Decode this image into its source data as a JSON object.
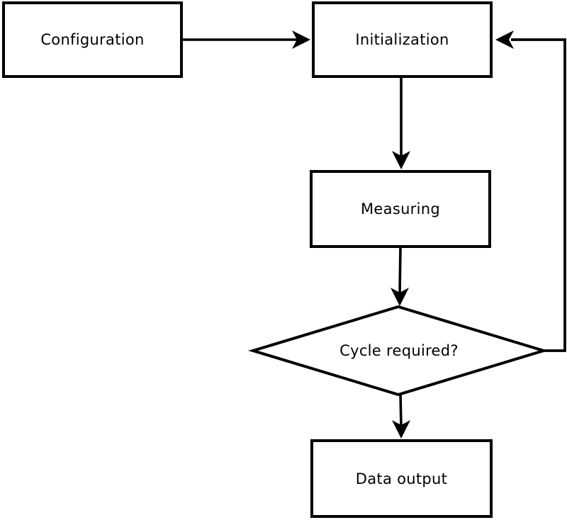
{
  "diagram": {
    "type": "flowchart",
    "background_color": "#ffffff",
    "stroke_color": "#000000",
    "fill_color": "#ffffff",
    "nodes": [
      {
        "id": "configuration",
        "label": "Configuration",
        "shape": "rectangle"
      },
      {
        "id": "initialization",
        "label": "Initialization",
        "shape": "rectangle"
      },
      {
        "id": "measuring",
        "label": "Measuring",
        "shape": "rectangle"
      },
      {
        "id": "cycle_required",
        "label": "Cycle required?",
        "shape": "diamond"
      },
      {
        "id": "data_output",
        "label": "Data output",
        "shape": "rectangle"
      }
    ],
    "edges": [
      {
        "from": "configuration",
        "to": "initialization",
        "direction": "right"
      },
      {
        "from": "initialization",
        "to": "measuring",
        "direction": "down"
      },
      {
        "from": "measuring",
        "to": "cycle_required",
        "direction": "down"
      },
      {
        "from": "cycle_required",
        "to": "data_output",
        "direction": "down"
      },
      {
        "from": "cycle_required",
        "to": "initialization",
        "direction": "loop-right-up"
      }
    ]
  }
}
